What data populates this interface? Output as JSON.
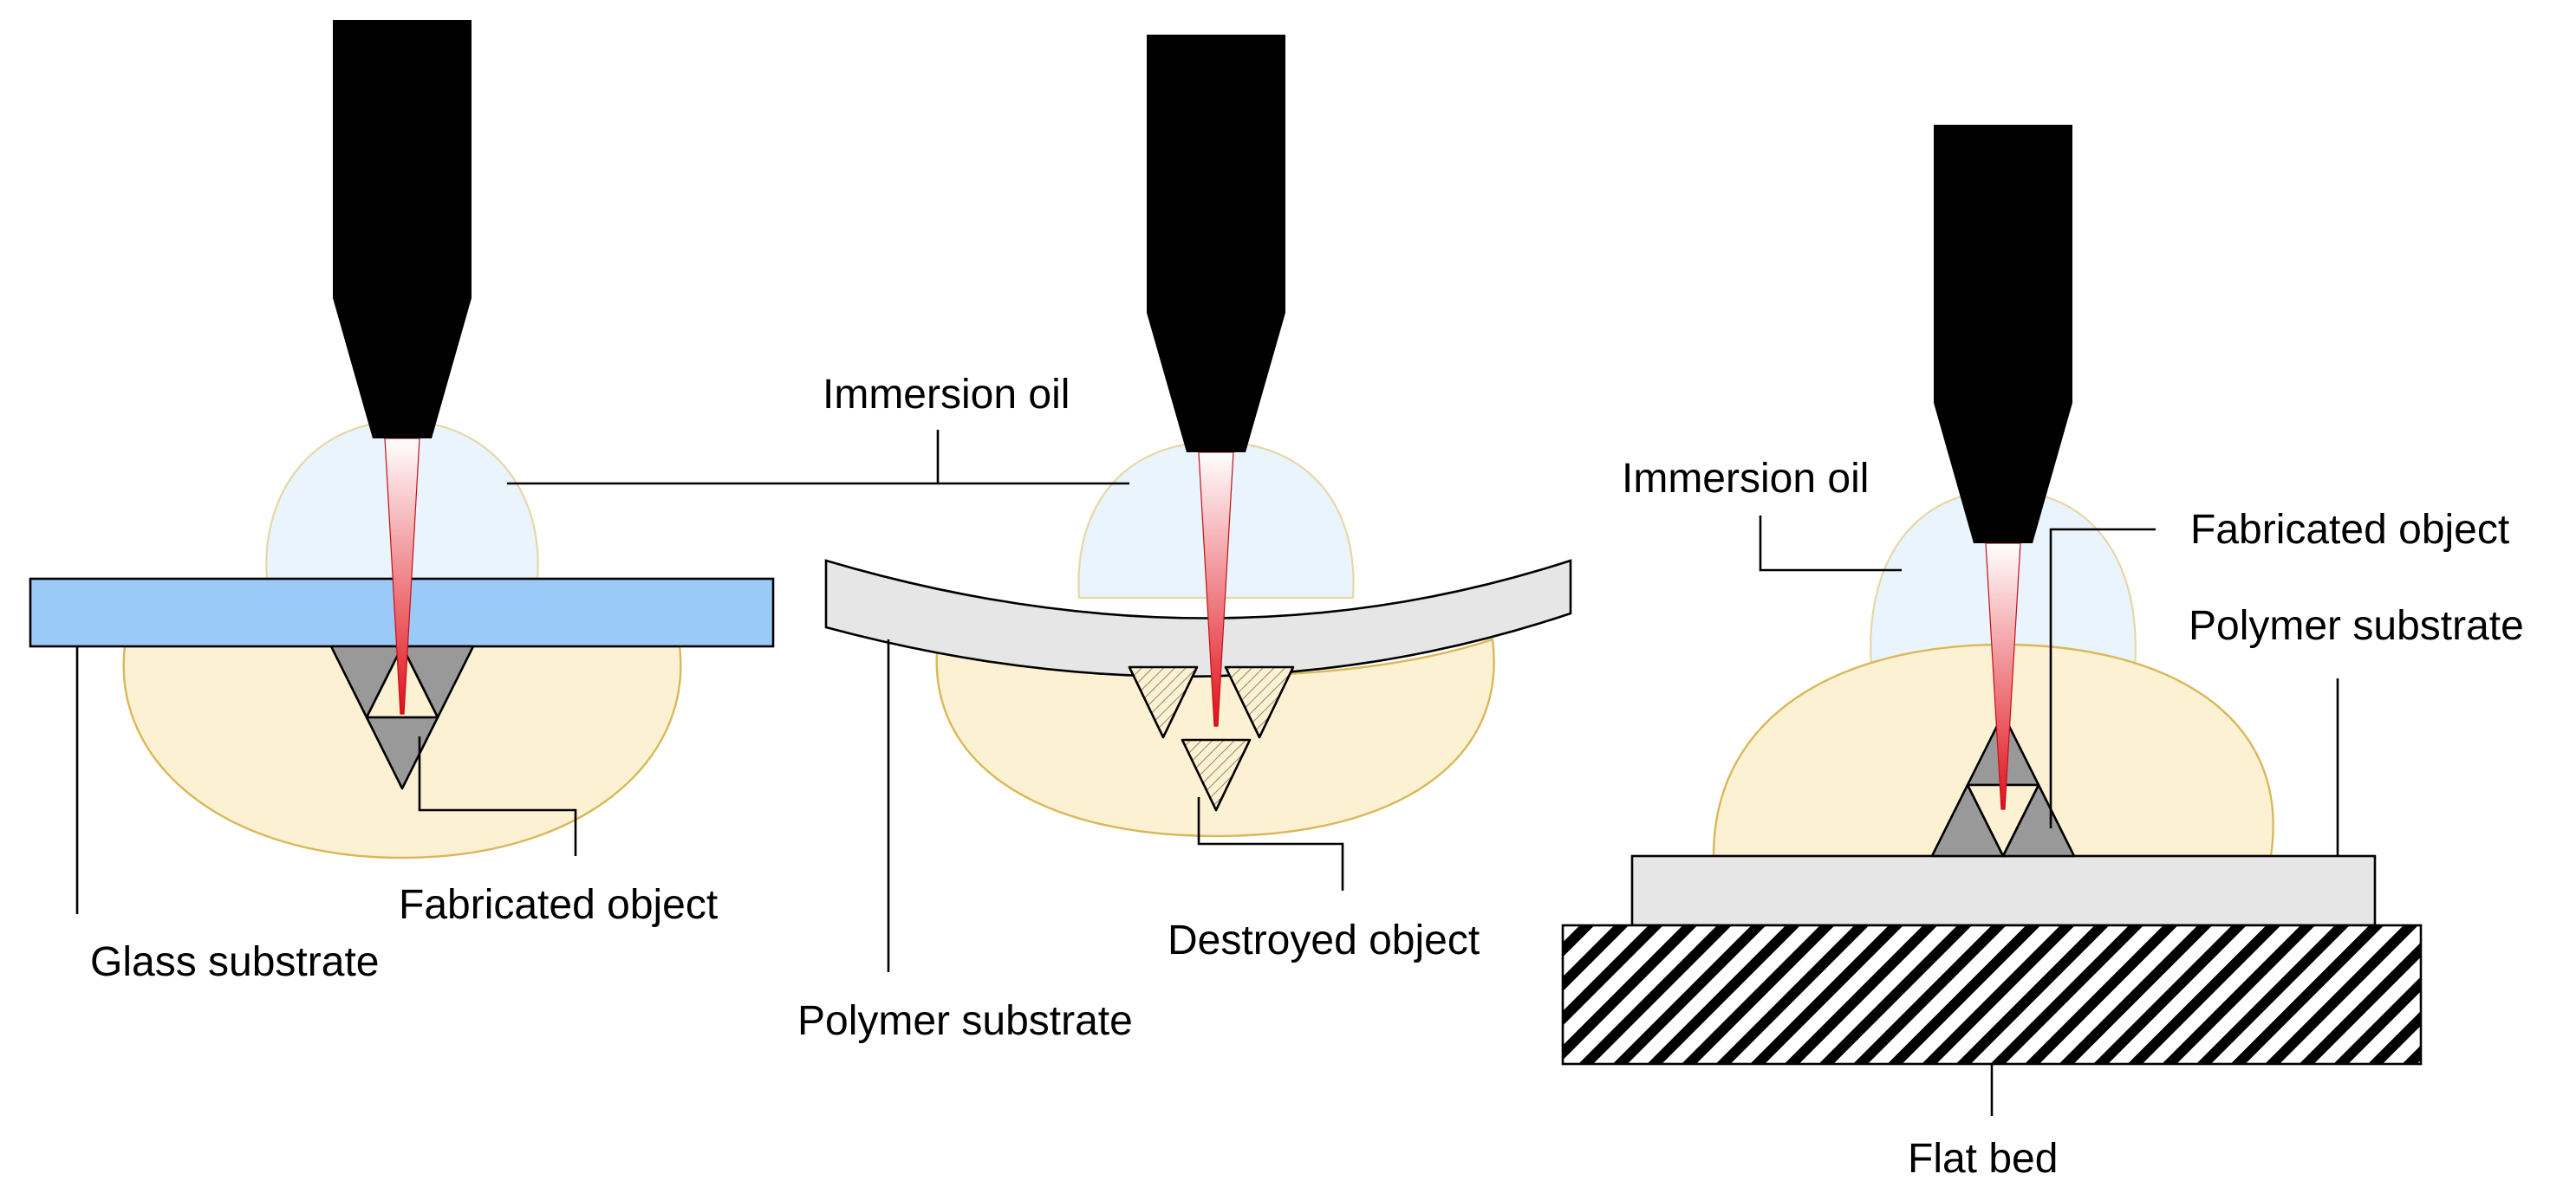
{
  "labels": {
    "immersion_oil_shared": "Immersion oil",
    "glass_substrate": "Glass substrate",
    "fabricated_object_left": "Fabricated object",
    "polymer_substrate_middle": "Polymer substrate",
    "destroyed_object": "Destroyed object",
    "immersion_oil_right": "Immersion oil",
    "fabricated_object_right": "Fabricated object",
    "polymer_substrate_right": "Polymer substrate",
    "flat_bed": "Flat bed"
  },
  "colors": {
    "objective": "#000000",
    "immersion_oil": "#eaf4fc",
    "resin_drop": "#fdf1d4",
    "resin_outline": "#d9b858",
    "glass_substrate": "#9ccaf8",
    "polymer_substrate": "#e6e6e6",
    "fabricated_object": "#999999",
    "laser_beam_top": "#ffffff",
    "laser_beam_tip": "#e0101a"
  }
}
